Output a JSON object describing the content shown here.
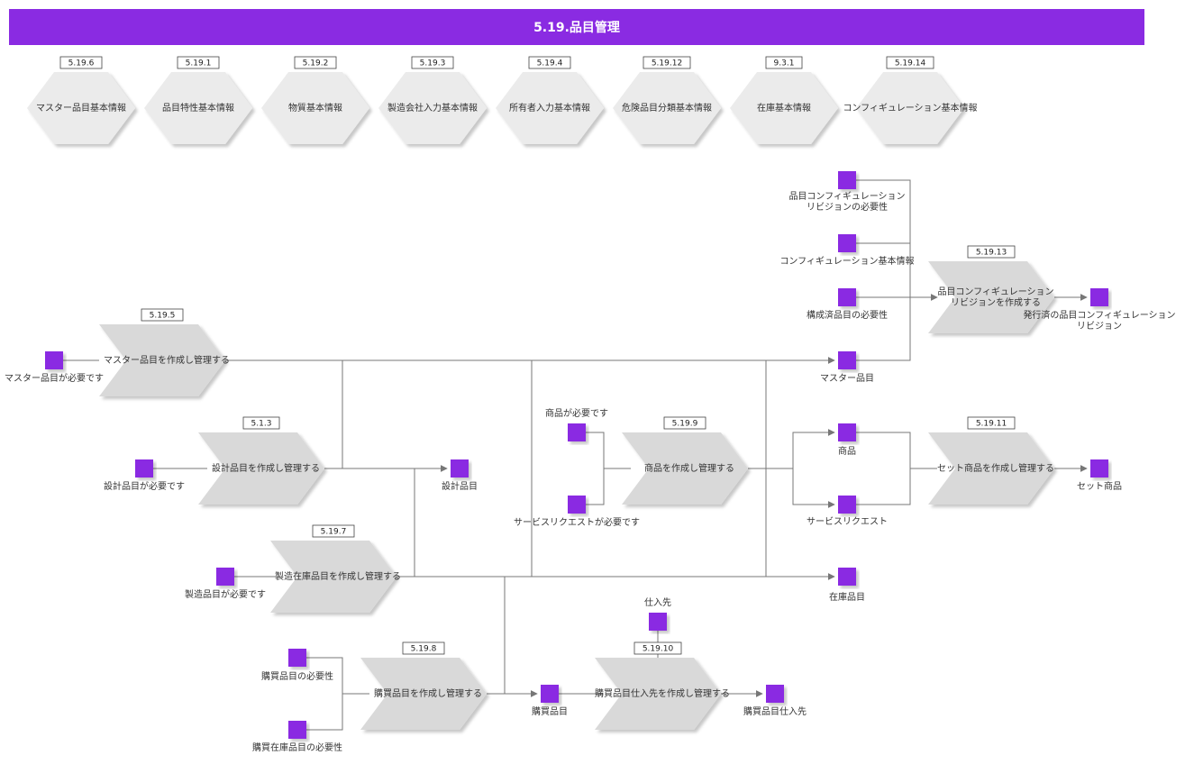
{
  "title": "5.19.品目管理",
  "info_hexes": [
    {
      "id": "5.19.6",
      "label": "マスター品目基本情報"
    },
    {
      "id": "5.19.1",
      "label": "品目特性基本情報"
    },
    {
      "id": "5.19.2",
      "label": "物質基本情報"
    },
    {
      "id": "5.19.3",
      "label": "製造会社入力基本情報"
    },
    {
      "id": "5.19.4",
      "label": "所有者入力基本情報"
    },
    {
      "id": "5.19.12",
      "label": "危険品目分類基本情報"
    },
    {
      "id": "9.3.1",
      "label": "在庫基本情報"
    },
    {
      "id": "5.19.14",
      "label": "コンフィギュレーション基本情報"
    }
  ],
  "processes": [
    {
      "key": "master",
      "id": "5.19.5",
      "label": "マスター品目を作成し管理する"
    },
    {
      "key": "design",
      "id": "5.1.3",
      "label": "設計品目を作成し管理する"
    },
    {
      "key": "mfg",
      "id": "5.19.7",
      "label": "製造在庫品目を作成し管理する"
    },
    {
      "key": "purchase",
      "id": "5.19.8",
      "label": "購買品目を作成し管理する"
    },
    {
      "key": "vendor",
      "id": "5.19.10",
      "label": "購買品目仕入先を作成し管理する"
    },
    {
      "key": "product",
      "id": "5.19.9",
      "label": "商品を作成し管理する"
    },
    {
      "key": "set",
      "id": "5.19.11",
      "label": "セット商品を作成し管理する"
    },
    {
      "key": "config",
      "id": "5.19.13",
      "label": "品目コンフィギュレーション\nリビジョンを作成する"
    }
  ],
  "data_objects": [
    {
      "key": "need_master",
      "label": "マスター品目が必要です"
    },
    {
      "key": "need_design",
      "label": "設計品目が必要です"
    },
    {
      "key": "need_mfg",
      "label": "製造品目が必要です"
    },
    {
      "key": "need_purchase",
      "label": "購買品目の必要性"
    },
    {
      "key": "need_purchase_stock",
      "label": "購買在庫品目の必要性"
    },
    {
      "key": "design_item",
      "label": "設計品目"
    },
    {
      "key": "purchase_item",
      "label": "購買品目"
    },
    {
      "key": "supplier",
      "label": "仕入先"
    },
    {
      "key": "purchase_vendor",
      "label": "購買品目仕入先"
    },
    {
      "key": "need_product",
      "label": "商品が必要です"
    },
    {
      "key": "need_service",
      "label": "サービスリクエストが必要です"
    },
    {
      "key": "product",
      "label": "商品"
    },
    {
      "key": "service",
      "label": "サービスリクエスト"
    },
    {
      "key": "set_product",
      "label": "セット商品"
    },
    {
      "key": "stock_item",
      "label": "在庫品目"
    },
    {
      "key": "master_item",
      "label": "マスター品目"
    },
    {
      "key": "need_config_rev",
      "label": "品目コンフィギュレーション\nリビジョンの必要性"
    },
    {
      "key": "config_info",
      "label": "コンフィギュレーション基本情報"
    },
    {
      "key": "need_configured",
      "label": "構成済品目の必要性"
    },
    {
      "key": "released_config",
      "label": "発行済の品目コンフィギュレーション\nリビジョン"
    }
  ],
  "colors": {
    "accent": "#8a2be2",
    "hex_fill": "#ebebeb",
    "process_fill": "#d9d9d9",
    "line": "#777777"
  }
}
